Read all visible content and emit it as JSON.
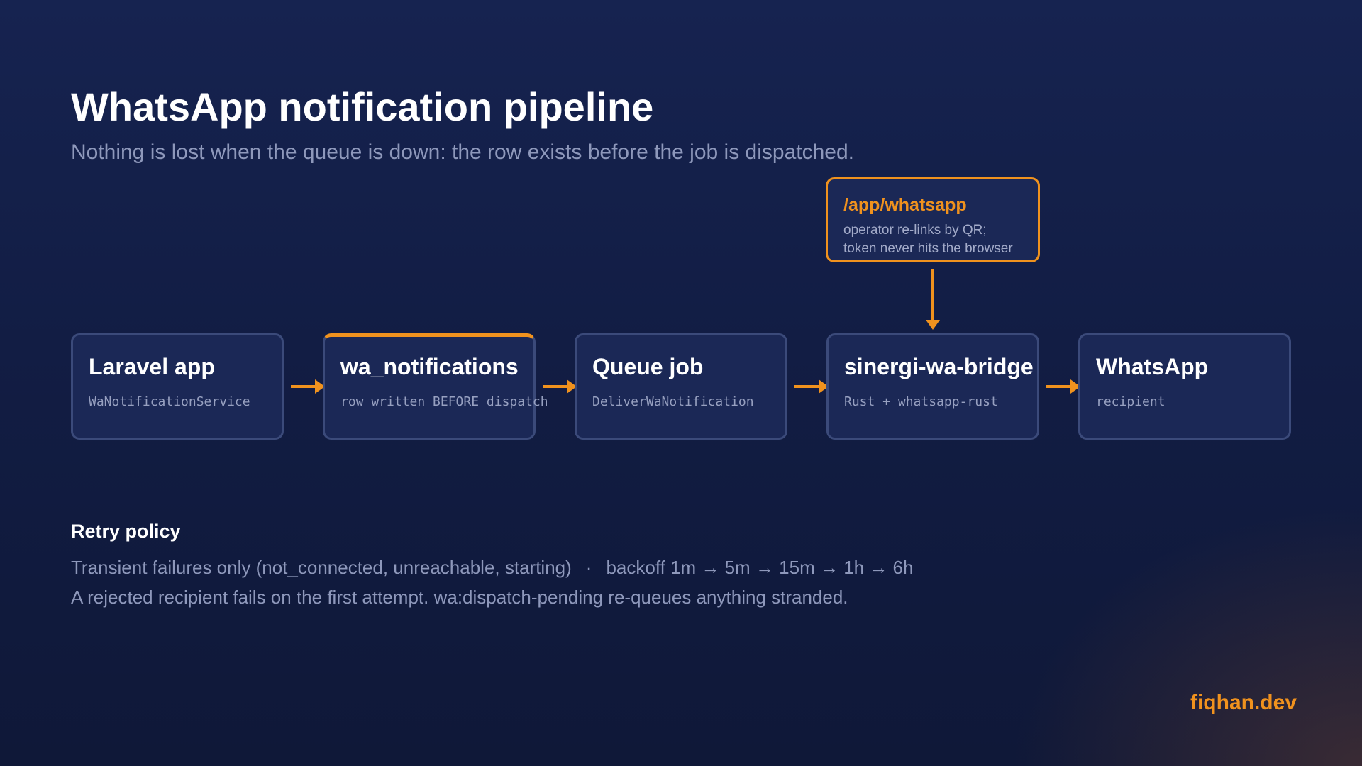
{
  "header": {
    "title": "WhatsApp notification pipeline",
    "subtitle": "Nothing is lost when the queue is down: the row exists before the job is dispatched."
  },
  "pipeline": {
    "nodes": [
      {
        "title": "Laravel app",
        "sub": "WaNotificationService"
      },
      {
        "title": "wa_notifications",
        "sub": "row written BEFORE dispatch",
        "highlight": true
      },
      {
        "title": "Queue job",
        "sub": "DeliverWaNotification"
      },
      {
        "title": "sinergi-wa-bridge",
        "sub": "Rust + whatsapp-rust"
      },
      {
        "title": "WhatsApp",
        "sub": "recipient"
      }
    ],
    "edges": [
      {
        "from": "Laravel app",
        "to": "wa_notifications"
      },
      {
        "from": "wa_notifications",
        "to": "Queue job"
      },
      {
        "from": "Queue job",
        "to": "sinergi-wa-bridge"
      },
      {
        "from": "sinergi-wa-bridge",
        "to": "WhatsApp"
      },
      {
        "from": "/app/whatsapp",
        "to": "sinergi-wa-bridge"
      }
    ]
  },
  "callout": {
    "title": "/app/whatsapp",
    "line1": "operator re-links by QR;",
    "line2": "token never hits the browser"
  },
  "retry": {
    "heading": "Retry policy",
    "line1_left": "Transient failures only (not_connected, unreachable, starting)",
    "separator": "·",
    "line1_right": "backoff 1m → 5m → 15m → 1h → 6h",
    "line2": "A rejected recipient fails on the first attempt. wa:dispatch-pending re-queues anything stranded."
  },
  "footer": {
    "brand": "fiqhan.dev"
  },
  "colors": {
    "accent": "#f0921e",
    "node_fill": "#1b2856",
    "node_border": "#3b4a7a",
    "muted_text": "#8e98bb"
  }
}
